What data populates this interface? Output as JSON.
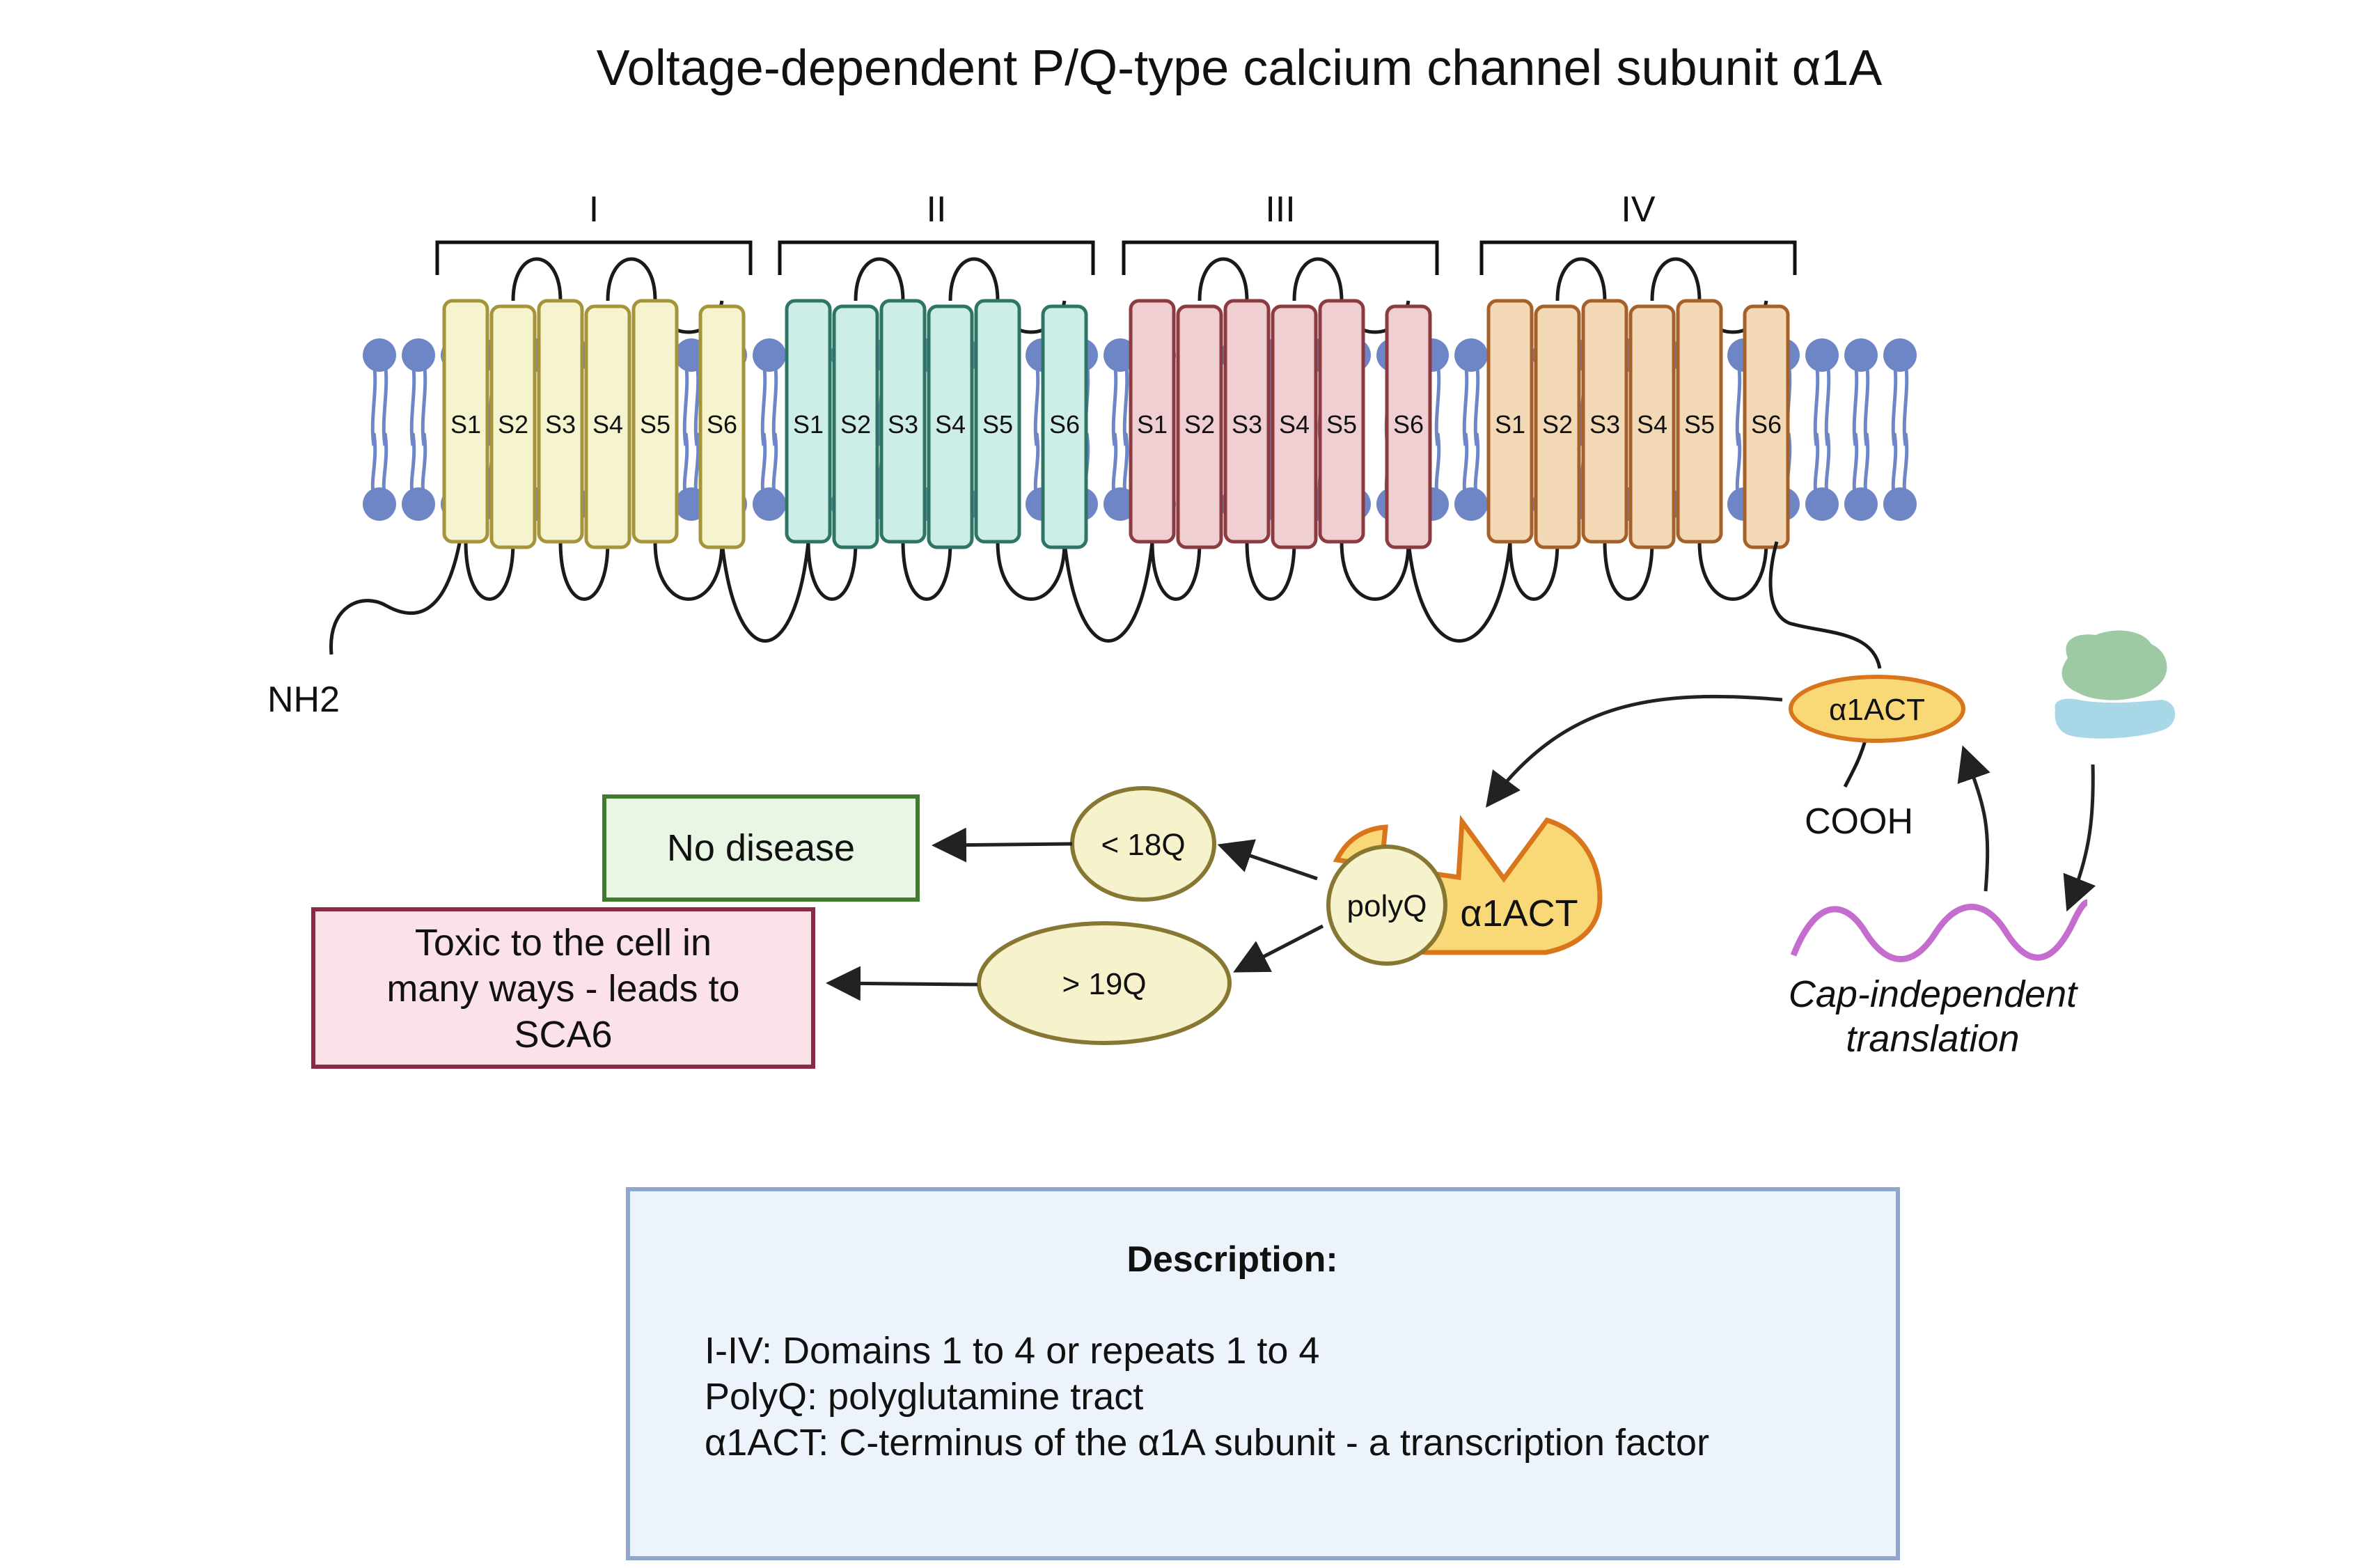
{
  "title": "Voltage-dependent P/Q-type calcium channel subunit α1A",
  "colors": {
    "membrane": "#6f86c6",
    "domain1_fill": "#f6f3cf",
    "domain1_stroke": "#a6943a",
    "domain2_fill": "#cdeee7",
    "domain2_stroke": "#2f7565",
    "domain3_fill": "#efcfd2",
    "domain3_stroke": "#8c3b40",
    "domain4_fill": "#f3d8b6",
    "domain4_stroke": "#a6602a",
    "act_fill": "#f8d877",
    "act_stroke": "#d9751a",
    "oval_fill": "#f6f2cc",
    "oval_stroke": "#877733",
    "nodisease_fill": "#e8f6e3",
    "nodisease_stroke": "#3f7a2e",
    "toxic_fill": "#fbe2e8",
    "toxic_stroke": "#8a2b45",
    "desc_fill": "#ecf3fb",
    "desc_stroke": "#8fa6cd",
    "mrna": "#c56ccf",
    "ribosome_top": "#9dcaa4",
    "ribosome_bottom": "#a8d7e7"
  },
  "domains": [
    {
      "label": "I",
      "segments": [
        "S1",
        "S2",
        "S3",
        "S4",
        "S5",
        "S6"
      ]
    },
    {
      "label": "II",
      "segments": [
        "S1",
        "S2",
        "S3",
        "S4",
        "S5",
        "S6"
      ]
    },
    {
      "label": "III",
      "segments": [
        "S1",
        "S2",
        "S3",
        "S4",
        "S5",
        "S6"
      ]
    },
    {
      "label": "IV",
      "segments": [
        "S1",
        "S2",
        "S3",
        "S4",
        "S5",
        "S6"
      ]
    }
  ],
  "termini": {
    "n": "NH2",
    "c": "COOH"
  },
  "act_small": "α1ACT",
  "act_big": "α1ACT",
  "polyq": "polyQ",
  "outcomes": {
    "low_repeat": "< 18Q",
    "high_repeat": "> 19Q",
    "no_disease": "No disease",
    "toxic": [
      "Toxic to the cell in",
      "many ways - leads to",
      "SCA6"
    ]
  },
  "translation": [
    "Cap-independent",
    "translation"
  ],
  "description": {
    "heading": "Description:",
    "lines": [
      "I-IV: Domains 1 to 4 or repeats 1 to 4",
      "PolyQ: polyglutamine tract",
      "α1ACT: C-terminus of the α1A subunit - a transcription factor"
    ]
  }
}
